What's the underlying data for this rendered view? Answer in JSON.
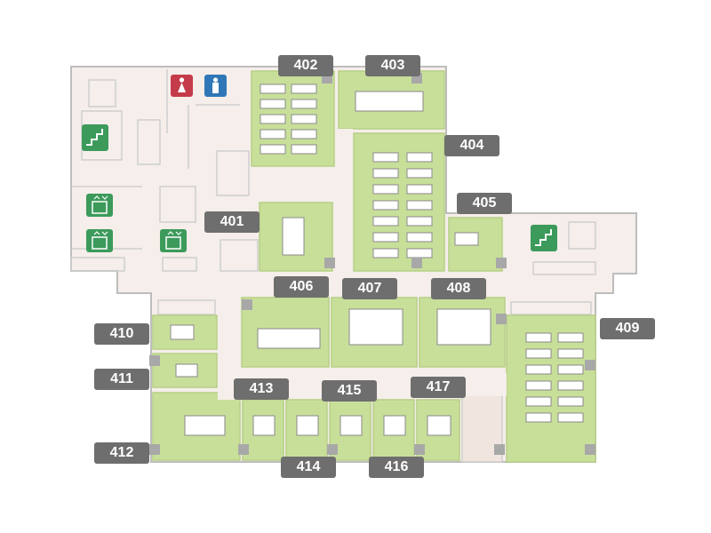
{
  "colors": {
    "room_fill": "#c8df9a",
    "room_edge": "#b7cf86",
    "floor": "#f5eeea",
    "wall": "#bdbdbd",
    "label_bg": "#6e6e6e",
    "stair_green": "#3c9a5b",
    "restroom_female": "#c43b4a",
    "restroom_male": "#2f77b6"
  },
  "icons": [
    "stairs-icon",
    "elevator-icon",
    "restroom-female-icon",
    "restroom-male-icon"
  ],
  "rooms": [
    {
      "id": "401",
      "label": "401"
    },
    {
      "id": "402",
      "label": "402"
    },
    {
      "id": "403",
      "label": "403"
    },
    {
      "id": "404",
      "label": "404"
    },
    {
      "id": "405",
      "label": "405"
    },
    {
      "id": "406",
      "label": "406"
    },
    {
      "id": "407",
      "label": "407"
    },
    {
      "id": "408",
      "label": "408"
    },
    {
      "id": "409",
      "label": "409"
    },
    {
      "id": "410",
      "label": "410"
    },
    {
      "id": "411",
      "label": "411"
    },
    {
      "id": "412",
      "label": "412"
    },
    {
      "id": "413",
      "label": "413"
    },
    {
      "id": "414",
      "label": "414"
    },
    {
      "id": "415",
      "label": "415"
    },
    {
      "id": "416",
      "label": "416"
    },
    {
      "id": "417",
      "label": "417"
    }
  ]
}
